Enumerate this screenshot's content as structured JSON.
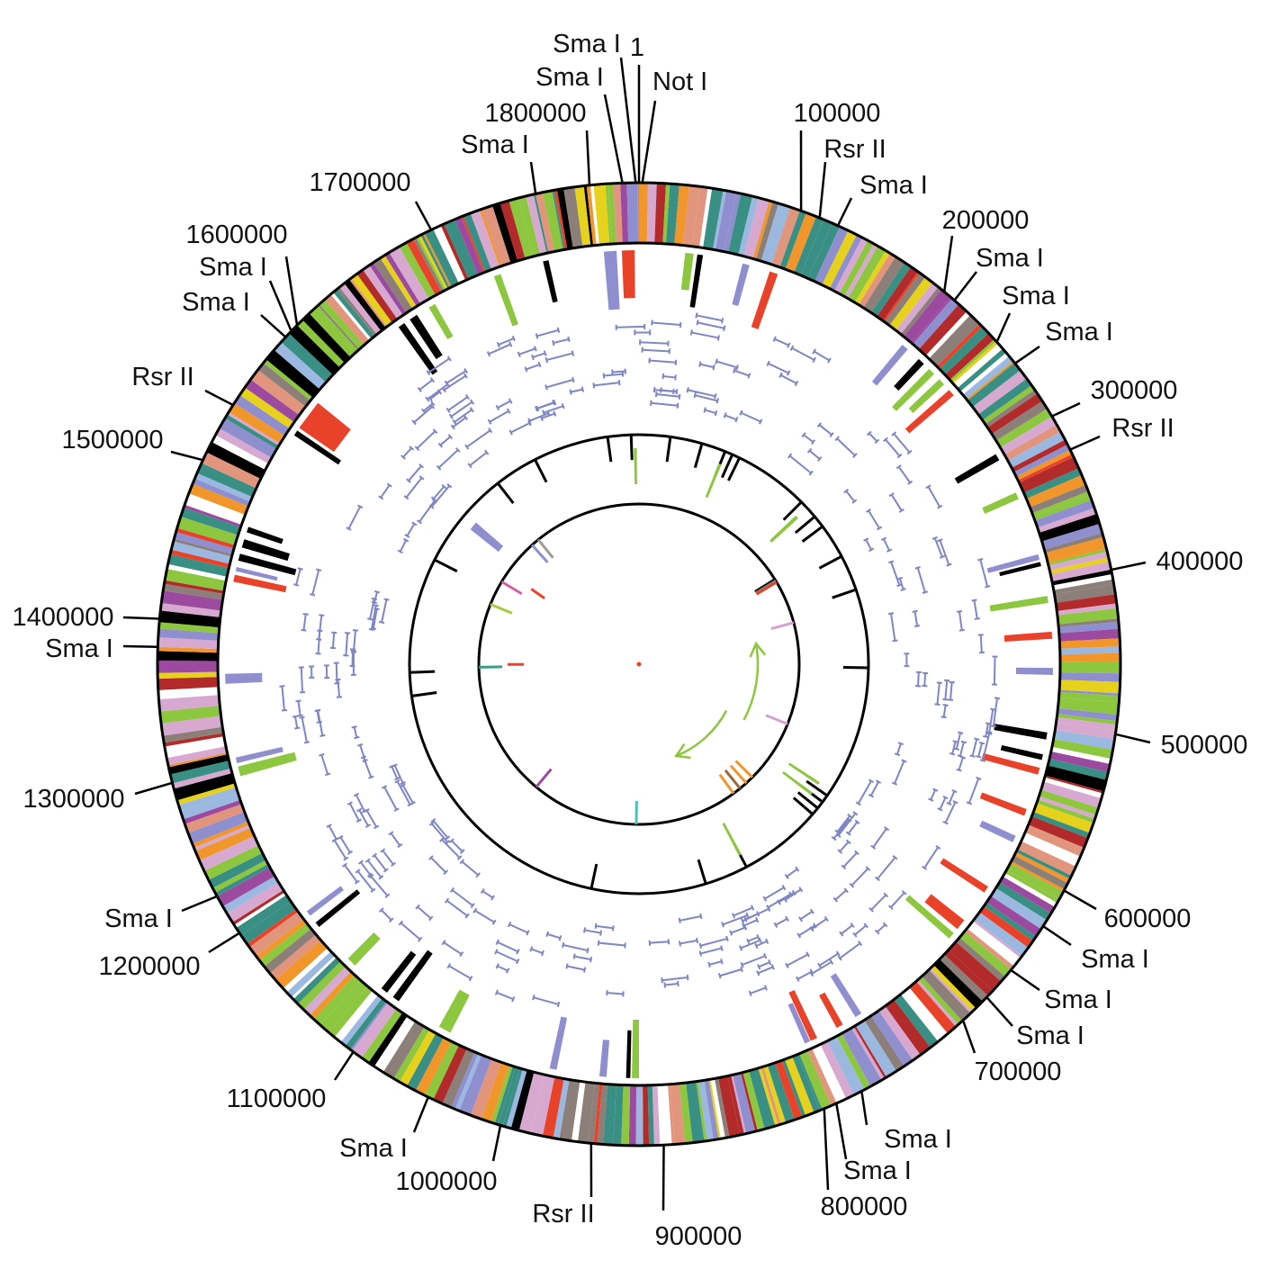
{
  "genome_length": 1830000,
  "colors": {
    "outline": "#000000",
    "repeat_marker": "#7f86c4",
    "arrow": "#8dc63f",
    "center_dot": "#e8432a"
  },
  "gene_palette": [
    "#8dc63f",
    "#3a8f84",
    "#d7a9d0",
    "#e1957d",
    "#e6d21d",
    "#f0962a",
    "#8f8fcf",
    "#9ab8e0",
    "#8c7f7a",
    "#e8432a",
    "#9b4aa0",
    "#b22a2a",
    "#000000",
    "#ffffff",
    "#3a8f84",
    "#8dc63f",
    "#d7a9d0"
  ],
  "labels": [
    {
      "text": "1",
      "pos": 0
    },
    {
      "text": "Not I",
      "pos": 2000
    },
    {
      "text": "Sma I",
      "pos": 1828000
    },
    {
      "text": "Sma I",
      "pos": 1820000
    },
    {
      "text": "1800000",
      "pos": 1800000
    },
    {
      "text": "Sma I",
      "pos": 1767000
    },
    {
      "text": "1700000",
      "pos": 1700000
    },
    {
      "text": "1600000",
      "pos": 1600000
    },
    {
      "text": "Sma I",
      "pos": 1595000
    },
    {
      "text": "Sma I",
      "pos": 1590000
    },
    {
      "text": "Rsr II",
      "pos": 1538000
    },
    {
      "text": "1500000",
      "pos": 1500000
    },
    {
      "text": "1400000",
      "pos": 1400000
    },
    {
      "text": "Sma I",
      "pos": 1383000
    },
    {
      "text": "1300000",
      "pos": 1300000
    },
    {
      "text": "Sma I",
      "pos": 1226000
    },
    {
      "text": "1200000",
      "pos": 1200000
    },
    {
      "text": "1100000",
      "pos": 1100000
    },
    {
      "text": "Sma I",
      "pos": 1047000
    },
    {
      "text": "1000000",
      "pos": 1000000
    },
    {
      "text": "Rsr II",
      "pos": 944000
    },
    {
      "text": "900000",
      "pos": 900000
    },
    {
      "text": "Sma I",
      "pos": 792000
    },
    {
      "text": "800000",
      "pos": 800000
    },
    {
      "text": "Sma I",
      "pos": 775000
    },
    {
      "text": "700000",
      "pos": 700000
    },
    {
      "text": "Sma I",
      "pos": 680000
    },
    {
      "text": "Sma I",
      "pos": 658000
    },
    {
      "text": "Sma I",
      "pos": 625000
    },
    {
      "text": "600000",
      "pos": 600000
    },
    {
      "text": "500000",
      "pos": 500000
    },
    {
      "text": "400000",
      "pos": 400000
    },
    {
      "text": "Rsr II",
      "pos": 323000
    },
    {
      "text": "300000",
      "pos": 300000
    },
    {
      "text": "Sma I",
      "pos": 261000
    },
    {
      "text": "Sma I",
      "pos": 244000
    },
    {
      "text": "Sma I",
      "pos": 208000
    },
    {
      "text": "200000",
      "pos": 200000
    },
    {
      "text": "Sma I",
      "pos": 124000
    },
    {
      "text": "Rsr II",
      "pos": 112000
    },
    {
      "text": "100000",
      "pos": 100000
    }
  ],
  "ring2_features": [
    {
      "pos": 1809700,
      "len": 9000,
      "color": "#8f8fcf"
    },
    {
      "pos": 1822400,
      "len": 9000,
      "color": "#e8432a"
    },
    {
      "pos": 35600,
      "len": 6000,
      "color": "#8dc63f"
    },
    {
      "pos": 43200,
      "len": 4000,
      "color": "#000000"
    },
    {
      "pos": 76200,
      "len": 5000,
      "color": "#8f8fcf"
    },
    {
      "pos": 96600,
      "len": 6000,
      "color": "#e8432a"
    },
    {
      "pos": 203300,
      "len": 5000,
      "color": "#8f8fcf"
    },
    {
      "pos": 218600,
      "len": 5000,
      "color": "#000000"
    },
    {
      "pos": 228700,
      "len": 5000,
      "color": "#8dc63f"
    },
    {
      "pos": 238900,
      "len": 5000,
      "color": "#8dc63f"
    },
    {
      "pos": 249100,
      "len": 5000,
      "color": "#e8432a"
    },
    {
      "pos": 305000,
      "len": 5000,
      "color": "#000000"
    },
    {
      "pos": 335500,
      "len": 5000,
      "color": "#8dc63f"
    },
    {
      "pos": 381200,
      "len": 4000,
      "color": "#8f8fcf"
    },
    {
      "pos": 386300,
      "len": 3000,
      "color": "#000000"
    },
    {
      "pos": 411700,
      "len": 5000,
      "color": "#8dc63f"
    },
    {
      "pos": 437100,
      "len": 5000,
      "color": "#e8432a"
    },
    {
      "pos": 462600,
      "len": 5000,
      "color": "#8f8fcf"
    },
    {
      "pos": 508300,
      "len": 5000,
      "color": "#000000"
    },
    {
      "pos": 523500,
      "len": 4000,
      "color": "#000000"
    },
    {
      "pos": 533700,
      "len": 5000,
      "color": "#e8432a"
    },
    {
      "pos": 564200,
      "len": 5000,
      "color": "#e8432a"
    },
    {
      "pos": 584500,
      "len": 5000,
      "color": "#8f8fcf"
    },
    {
      "pos": 625200,
      "len": 5000,
      "color": "#e8432a"
    },
    {
      "pos": 655700,
      "len": 8000,
      "color": "#e8432a"
    },
    {
      "pos": 665900,
      "len": 5000,
      "color": "#8dc63f"
    },
    {
      "pos": 752300,
      "len": 5000,
      "color": "#8f8fcf"
    },
    {
      "pos": 767500,
      "len": 5000,
      "color": "#e8432a"
    },
    {
      "pos": 787900,
      "len": 5000,
      "color": "#e8432a"
    },
    {
      "pos": 792900,
      "len": 4000,
      "color": "#8f8fcf"
    },
    {
      "pos": 917500,
      "len": 5000,
      "color": "#8dc63f"
    },
    {
      "pos": 922600,
      "len": 3000,
      "color": "#000000"
    },
    {
      "pos": 940400,
      "len": 5000,
      "color": "#8f8fcf"
    },
    {
      "pos": 975900,
      "len": 5000,
      "color": "#8f8fcf"
    },
    {
      "pos": 1057300,
      "len": 9000,
      "color": "#8dc63f"
    },
    {
      "pos": 1097900,
      "len": 5000,
      "color": "#000000"
    },
    {
      "pos": 1108100,
      "len": 5000,
      "color": "#000000"
    },
    {
      "pos": 1138600,
      "len": 7000,
      "color": "#8dc63f"
    },
    {
      "pos": 1174200,
      "len": 4000,
      "color": "#000000"
    },
    {
      "pos": 1184300,
      "len": 4000,
      "color": "#8f8fcf"
    },
    {
      "pos": 1296200,
      "len": 7000,
      "color": "#8dc63f"
    },
    {
      "pos": 1304200,
      "len": 4000,
      "color": "#8f8fcf"
    },
    {
      "pos": 1362200,
      "len": 7000,
      "color": "#8f8fcf"
    },
    {
      "pos": 1433400,
      "len": 5000,
      "color": "#e8432a"
    },
    {
      "pos": 1440000,
      "len": 3000,
      "color": "#8f8fcf"
    },
    {
      "pos": 1448700,
      "len": 5000,
      "color": "#000000"
    },
    {
      "pos": 1458800,
      "len": 6000,
      "color": "#000000"
    },
    {
      "pos": 1469000,
      "len": 4000,
      "color": "#000000"
    },
    {
      "pos": 1545200,
      "len": 4000,
      "color": "#000000"
    },
    {
      "pos": 1560500,
      "len": 22000,
      "color": "#e8432a"
    },
    {
      "pos": 1652000,
      "len": 5000,
      "color": "#000000"
    },
    {
      "pos": 1662100,
      "len": 6000,
      "color": "#000000"
    },
    {
      "pos": 1677400,
      "len": 5000,
      "color": "#8dc63f"
    },
    {
      "pos": 1728200,
      "len": 5000,
      "color": "#8dc63f"
    },
    {
      "pos": 1763800,
      "len": 4000,
      "color": "#000000"
    }
  ],
  "middle_ticks": [
    1790000,
    1820000,
    40000,
    81000,
    112000,
    122000,
    132000,
    229000,
    254000,
    270000,
    315000,
    361000,
    462000,
    635000,
    645000,
    655000,
    665000,
    773000,
    829000,
    976000,
    1332000,
    1362000,
    1510000,
    1637000,
    1693000
  ],
  "middle_blocks": [
    {
      "pos": 1825000,
      "len": 4000,
      "color": "#8dc63f"
    },
    {
      "pos": 112000,
      "len": 4000,
      "color": "#8dc63f"
    },
    {
      "pos": 239000,
      "len": 5000,
      "color": "#8dc63f"
    },
    {
      "pos": 628000,
      "len": 4000,
      "color": "#8dc63f"
    },
    {
      "pos": 645000,
      "len": 4000,
      "color": "#8dc63f"
    },
    {
      "pos": 773000,
      "len": 4000,
      "color": "#8dc63f"
    },
    {
      "pos": 1575000,
      "len": 12000,
      "color": "#8f8fcf"
    }
  ],
  "inner_ticks": [
    {
      "pos": 1632000,
      "color": "#a09a98",
      "depth": "outer"
    },
    {
      "pos": 1617000,
      "color": "#8f8fcf",
      "depth": "outer"
    },
    {
      "pos": 1530000,
      "color": "#d45fa0",
      "depth": "outer"
    },
    {
      "pos": 1550000,
      "color": "#e8432a",
      "depth": "inner"
    },
    {
      "pos": 1484000,
      "color": "#a6cc3a",
      "depth": "outer"
    },
    {
      "pos": 1367000,
      "color": "#3a9e84",
      "depth": "outer"
    },
    {
      "pos": 1372000,
      "color": "#e8432a",
      "depth": "inner"
    },
    {
      "pos": 295000,
      "color": "#000000",
      "depth": "outer"
    },
    {
      "pos": 298000,
      "color": "#8c7f7a",
      "depth": "outer"
    },
    {
      "pos": 301000,
      "color": "#e8432a",
      "depth": "outer"
    },
    {
      "pos": 381000,
      "color": "#d7a0d0",
      "depth": "outer"
    },
    {
      "pos": 569000,
      "color": "#d7a0d0",
      "depth": "outer"
    },
    {
      "pos": 686000,
      "color": "#f0962a",
      "depth": "outer"
    },
    {
      "pos": 701000,
      "color": "#f0962a",
      "depth": "outer"
    },
    {
      "pos": 716000,
      "color": "#9b6a3a",
      "depth": "outer"
    },
    {
      "pos": 731000,
      "color": "#f0962a",
      "depth": "outer"
    },
    {
      "pos": 1118000,
      "color": "#9b4aa0",
      "depth": "outer"
    },
    {
      "pos": 920000,
      "color": "#4fbfb0",
      "depth": "outer"
    }
  ],
  "repeat_marker_count": 260
}
